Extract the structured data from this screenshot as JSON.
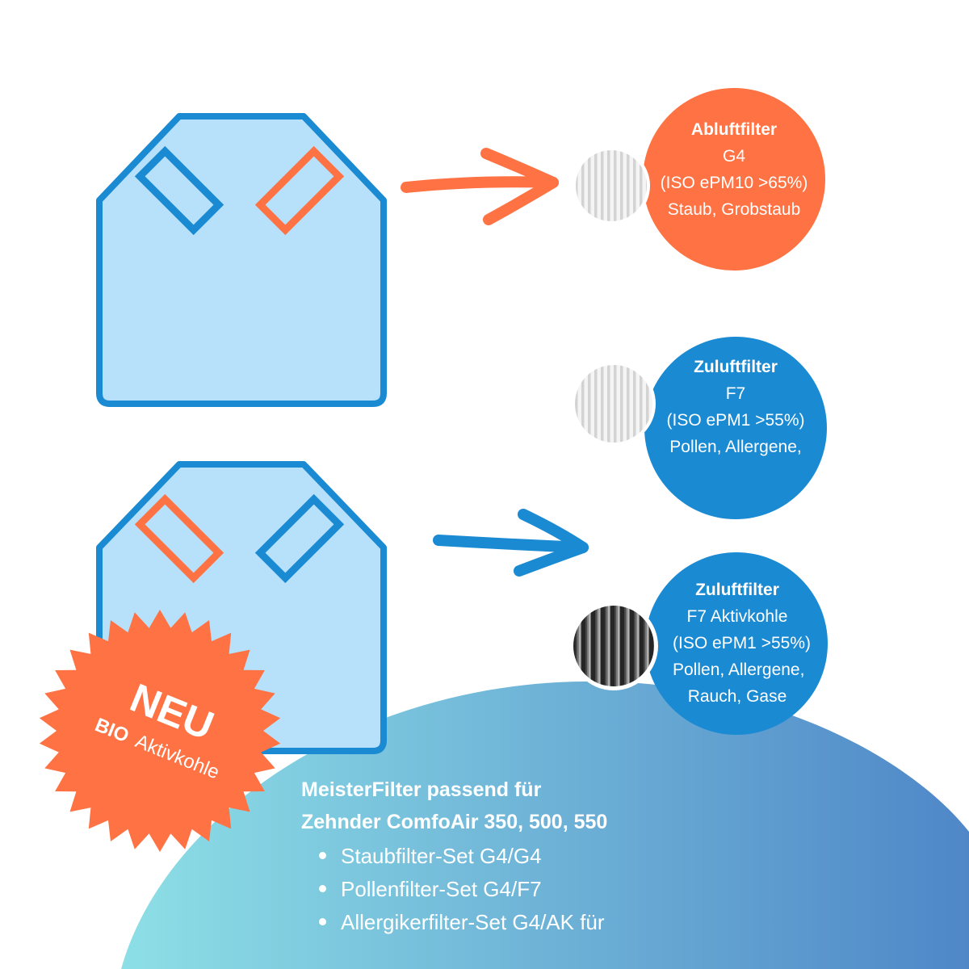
{
  "colors": {
    "orange": "#fe7243",
    "blue": "#1a8ad3",
    "unit_fill": "#b7e0fa",
    "unit_stroke": "#1a8ad3",
    "gradient_start": "#8ddfe6",
    "gradient_end": "#4f87c8",
    "text_white": "#ffffff"
  },
  "filters": [
    {
      "title": "Abluftfilter",
      "lines": [
        "G4",
        "(ISO ePM10 >65%)",
        "Staub, Grobstaub"
      ],
      "color": "orange",
      "media": "white-pleated-filter"
    },
    {
      "title": "Zuluftfilter",
      "lines": [
        "F7",
        "(ISO ePM1 >55%)",
        "Pollen, Allergene,"
      ],
      "color": "blue",
      "media": "white-pleated-filter"
    },
    {
      "title": "Zuluftfilter",
      "lines": [
        "F7 Aktivkohle",
        "(ISO ePM1 >55%)",
        "Pollen, Allergene,",
        "Rauch, Gase"
      ],
      "color": "blue",
      "media": "carbon-pleated-filter"
    }
  ],
  "badge": {
    "title": "NEU",
    "bio": "BIO",
    "subtitle": "Aktivkohle"
  },
  "info": {
    "heading_line1": "MeisterFilter passend für",
    "heading_line2": "Zehnder ComfoAir 350, 500, 550",
    "items": [
      "Staubfilter-Set G4/G4",
      "Pollenfilter-Set G4/F7",
      "Allergikerfilter-Set G4/AK für"
    ]
  }
}
